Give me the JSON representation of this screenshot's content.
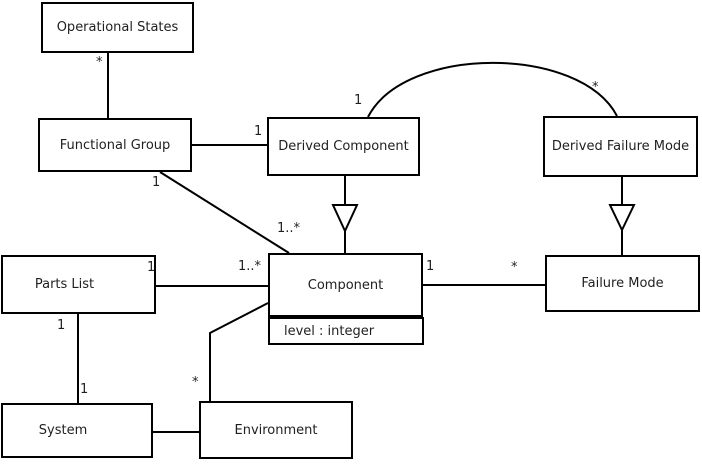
{
  "diagram_type": "uml-class-diagram",
  "colors": {
    "background": "#ffffff",
    "line": "#000000",
    "box_fill": "#ffffff",
    "text": "#1f1f1f"
  },
  "classes": {
    "operational_states": {
      "name": "Operational States"
    },
    "functional_group": {
      "name": "Functional Group"
    },
    "derived_component": {
      "name": "Derived Component"
    },
    "derived_failure_mode": {
      "name": "Derived Failure Mode"
    },
    "parts_list": {
      "name": "Parts List"
    },
    "component": {
      "name": "Component",
      "attributes": {
        "level": "level : integer"
      }
    },
    "failure_mode": {
      "name": "Failure Mode"
    },
    "system": {
      "name": "System"
    },
    "environment": {
      "name": "Environment"
    }
  },
  "multiplicities": {
    "os_end": "*",
    "fg_end_component_assoc": "1",
    "dc_end_fg_assoc": "1",
    "dc_end_dfm_assoc": "1",
    "dfm_end_dc_assoc": "*",
    "component_end_fg_assoc": "1..*",
    "component_end_partslist_assoc": "1..*",
    "partslist_end_component_assoc": "1",
    "component_end_failuremode_assoc": "1",
    "failuremode_end_component_assoc": "*",
    "partslist_end_system_assoc": "1",
    "system_end_partslist_assoc": "1",
    "environment_end_component_assoc": "*"
  }
}
